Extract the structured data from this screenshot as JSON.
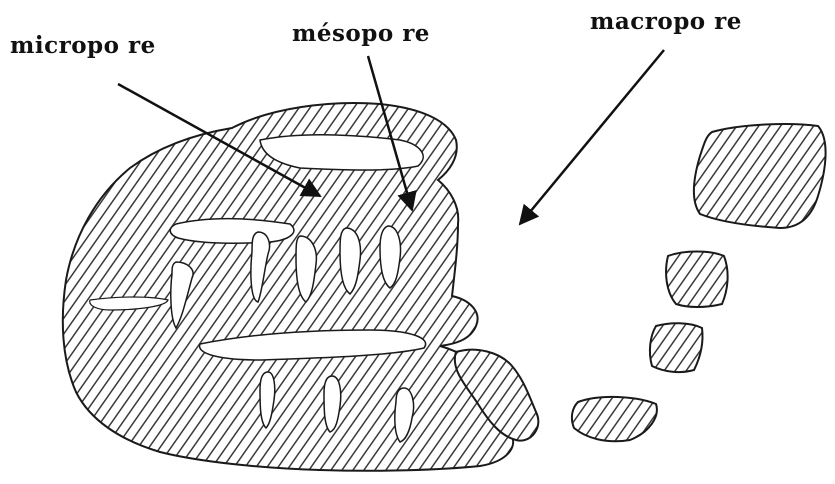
{
  "labels": {
    "micropore": "micropo re",
    "mesopore": "mésopo re",
    "macropore": "macropo re"
  },
  "colors": {
    "ink": "#1a1a1a",
    "hatch": "#3a3a3a",
    "background": "#ffffff"
  }
}
